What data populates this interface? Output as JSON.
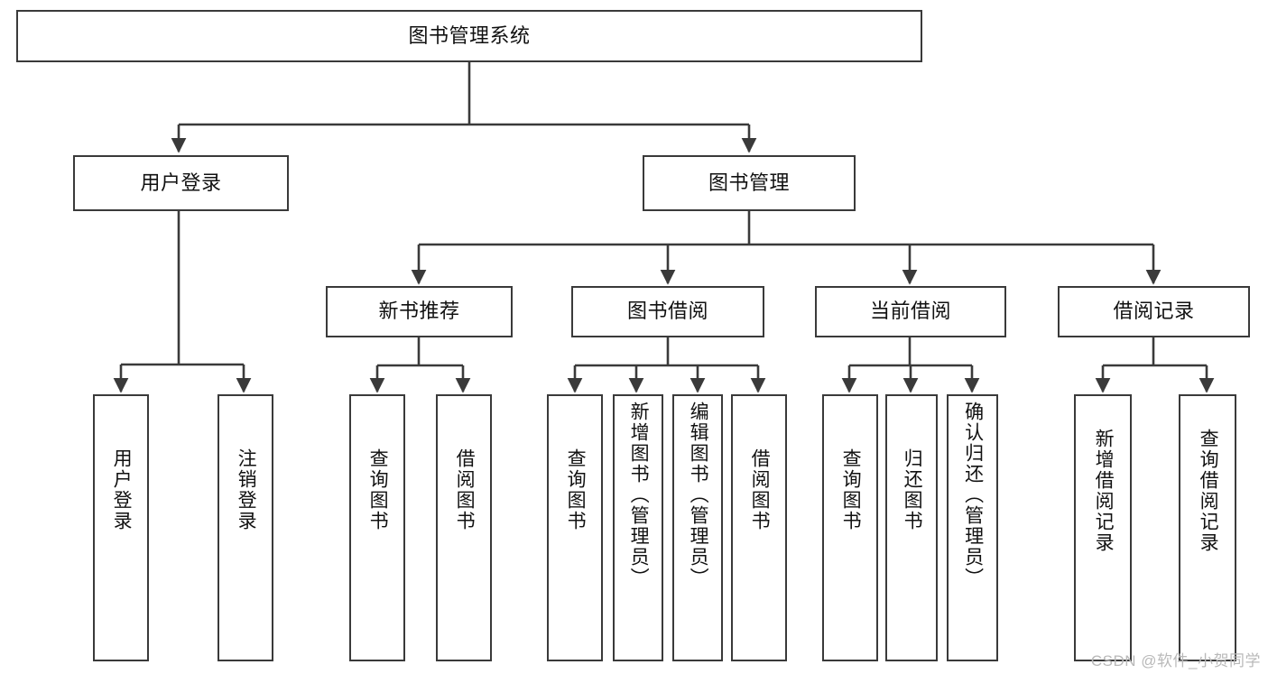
{
  "diagram": {
    "title": "图书管理系统",
    "watermark": "CSDN @软件_小贺同学",
    "type": "tree",
    "colors": {
      "stroke": "#3a3a3a",
      "fill": "#ffffff",
      "text": "#111111",
      "watermark": "#b9b9b9"
    },
    "nodes": {
      "root": {
        "label": "图书管理系统",
        "orientation": "horizontal",
        "level": 0
      },
      "l1": [
        {
          "id": "user-login",
          "label": "用户登录",
          "orientation": "horizontal",
          "level": 1
        },
        {
          "id": "book-manage",
          "label": "图书管理",
          "orientation": "horizontal",
          "level": 1
        }
      ],
      "l2": [
        {
          "id": "new-book-rec",
          "label": "新书推荐",
          "orientation": "horizontal",
          "level": 2,
          "parent": "book-manage"
        },
        {
          "id": "book-borrow",
          "label": "图书借阅",
          "orientation": "horizontal",
          "level": 2,
          "parent": "book-manage"
        },
        {
          "id": "current-borrow",
          "label": "当前借阅",
          "orientation": "horizontal",
          "level": 2,
          "parent": "book-manage"
        },
        {
          "id": "borrow-record",
          "label": "借阅记录",
          "orientation": "horizontal",
          "level": 2,
          "parent": "book-manage"
        }
      ],
      "leaves": [
        {
          "id": "leaf-user-login",
          "label": "用户登录",
          "orientation": "vertical",
          "parent": "user-login"
        },
        {
          "id": "leaf-user-logout",
          "label": "注销登录",
          "orientation": "vertical",
          "parent": "user-login"
        },
        {
          "id": "leaf-query-book-rec",
          "label": "查询图书",
          "orientation": "vertical",
          "parent": "new-book-rec"
        },
        {
          "id": "leaf-borrow-book-rec",
          "label": "借阅图书",
          "orientation": "vertical",
          "parent": "new-book-rec"
        },
        {
          "id": "leaf-query-book-borrow",
          "label": "查询图书",
          "orientation": "vertical",
          "parent": "book-borrow"
        },
        {
          "id": "leaf-add-book",
          "label": "新增图书（管理员）",
          "orientation": "vertical",
          "parent": "book-borrow"
        },
        {
          "id": "leaf-edit-book",
          "label": "编辑图书（管理员）",
          "orientation": "vertical",
          "parent": "book-borrow"
        },
        {
          "id": "leaf-borrow-book",
          "label": "借阅图书",
          "orientation": "vertical",
          "parent": "book-borrow"
        },
        {
          "id": "leaf-query-book-cur",
          "label": "查询图书",
          "orientation": "vertical",
          "parent": "current-borrow"
        },
        {
          "id": "leaf-return-book",
          "label": "归还图书",
          "orientation": "vertical",
          "parent": "current-borrow"
        },
        {
          "id": "leaf-confirm-return",
          "label": "确认归还（管理员）",
          "orientation": "vertical",
          "parent": "current-borrow"
        },
        {
          "id": "leaf-add-record",
          "label": "新增借阅记录",
          "orientation": "vertical",
          "parent": "borrow-record"
        },
        {
          "id": "leaf-query-record",
          "label": "查询借阅记录",
          "orientation": "vertical",
          "parent": "borrow-record"
        }
      ]
    }
  }
}
